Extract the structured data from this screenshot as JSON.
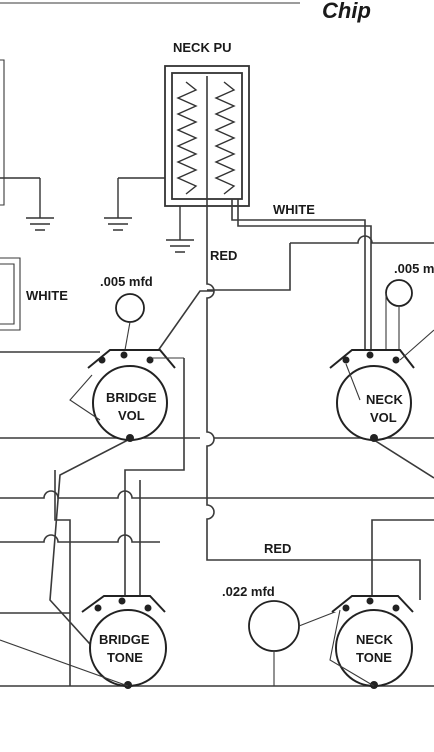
{
  "header": {
    "logo_text": "Chip"
  },
  "labels": {
    "neck_pu": "NECK PU",
    "white_top": "WHITE",
    "white_left": "WHITE",
    "red_top": "RED",
    "red_bottom": "RED",
    "cap_bridge_vol": ".005 mfd",
    "cap_neck_vol": ".005 m",
    "cap_tone": ".022 mfd"
  },
  "pots": {
    "bridge_vol": {
      "line1": "BRIDGE",
      "line2": "VOL"
    },
    "neck_vol": {
      "line1": "NECK",
      "line2": "VOL"
    },
    "bridge_tone": {
      "line1": "BRIDGE",
      "line2": "TONE"
    },
    "neck_tone": {
      "line1": "NECK",
      "line2": "TONE"
    }
  }
}
